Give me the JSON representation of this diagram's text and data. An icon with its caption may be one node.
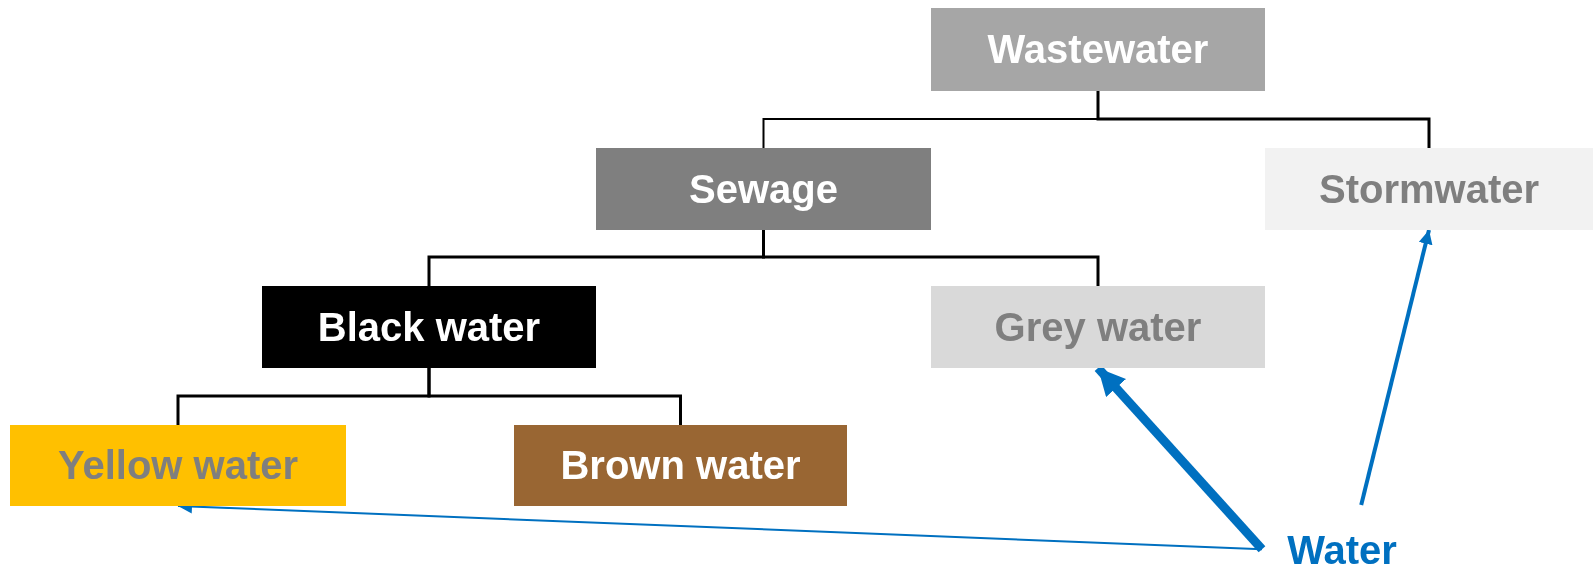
{
  "diagram": {
    "nodes": [
      {
        "text": [
          "Wastewater"
        ]
      },
      {
        "text": [
          "Sewage"
        ]
      },
      {
        "text": [
          "Stormwater"
        ]
      },
      {
        "text": [
          "Black water"
        ]
      },
      {
        "text": [
          "Grey water"
        ]
      },
      {
        "text": [
          "Yellow water"
        ]
      },
      {
        "text": [
          "Brown water"
        ]
      },
      {
        "text": [
          "Water"
        ]
      }
    ],
    "edges": [
      {
        "from": 0,
        "to": 1,
        "arrow": "none"
      },
      {
        "from": 0,
        "to": 2,
        "arrow": "none"
      },
      {
        "from": 1,
        "to": 3,
        "arrow": "none"
      },
      {
        "from": 1,
        "to": 4,
        "arrow": "none"
      },
      {
        "from": 3,
        "to": 5,
        "arrow": "none"
      },
      {
        "from": 3,
        "to": 6,
        "arrow": "none"
      },
      {
        "from": 7,
        "to": 4,
        "arrow": "to",
        "style": "thick",
        "color": "#0070c0"
      },
      {
        "from": 7,
        "to": 2,
        "arrow": "to",
        "color": "#0070c0"
      },
      {
        "from": 7,
        "to": 5,
        "arrow": "to",
        "color": "#0070c0"
      }
    ]
  }
}
